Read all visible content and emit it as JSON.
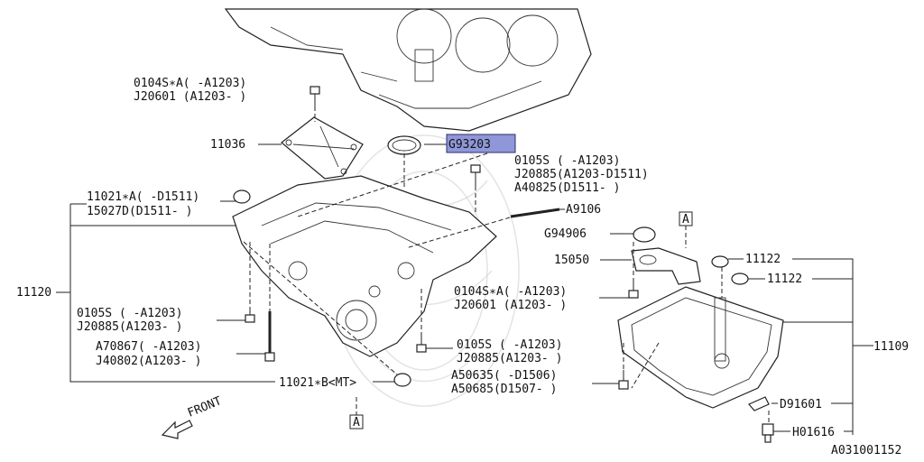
{
  "diagram": {
    "highlighted_part": "G93203",
    "labels": {
      "l1a": "0104S∗A( -A1203)",
      "l1b": "J20601 (A1203- )",
      "l2": "11036",
      "l3": "G93203",
      "l4a": "0105S  ( -A1203)",
      "l4b": "J20885(A1203-D1511)",
      "l4c": "A40825(D1511- )",
      "l5a": "11021∗A( -D1511)",
      "l5b": "15027D(D1511- )",
      "l6": "A9106",
      "l7": "G94906",
      "ref_a_top": "A",
      "l8": "11120",
      "l9": "15050",
      "l10": "11122",
      "l11": "11122",
      "l12a": "0104S∗A( -A1203)",
      "l12b": "J20601 (A1203- )",
      "l13a": "0105S  ( -A1203)",
      "l13b": "J20885(A1203- )",
      "l14a": "A70867( -A1203)",
      "l14b": "J40802(A1203- )",
      "l15a": "0105S  ( -A1203)",
      "l15b": "J20885(A1203- )",
      "l16": "11109",
      "l17a": "A50635( -D1506)",
      "l17b": "A50685(D1507- )",
      "l18": "11021∗B<MT>",
      "l19": "D91601",
      "front": "FRONT",
      "ref_a_bottom": "A",
      "l20": "H01616",
      "l21": "A031001152"
    }
  }
}
